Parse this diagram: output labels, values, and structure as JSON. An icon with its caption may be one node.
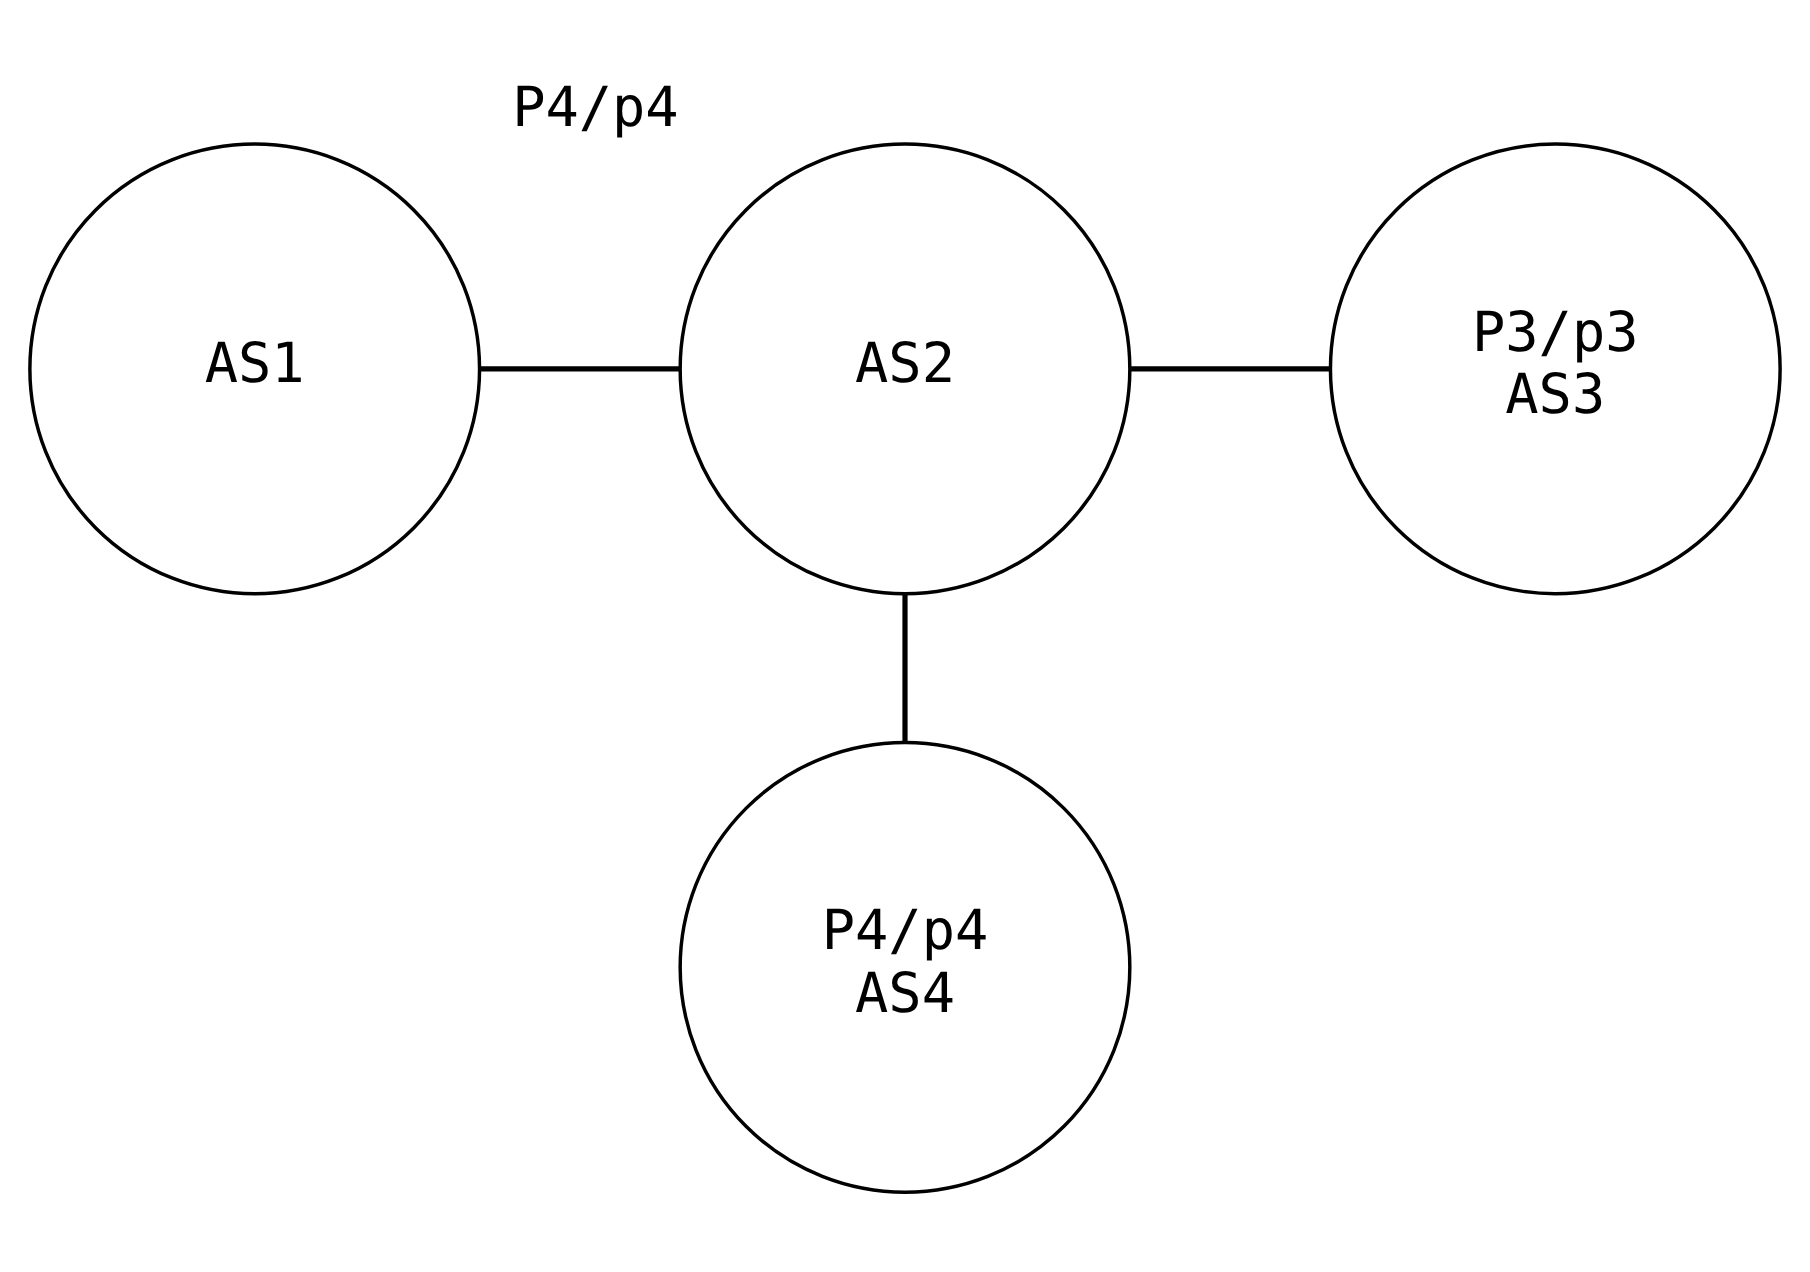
{
  "diagram": {
    "nodes": [
      {
        "text": [
          "AS1"
        ]
      },
      {
        "text": [
          "AS2"
        ],
        "beside": [
          "P4/p4"
        ]
      },
      {
        "text": [
          "P3/p3",
          "AS3"
        ]
      },
      {
        "text": [
          "P4/p4",
          "AS4"
        ]
      }
    ],
    "edges": [
      {
        "from": 0,
        "to": 1,
        "arrow": "none"
      },
      {
        "from": 1,
        "to": 2,
        "arrow": "none"
      },
      {
        "from": 1,
        "to": 3,
        "arrow": "none"
      }
    ]
  }
}
